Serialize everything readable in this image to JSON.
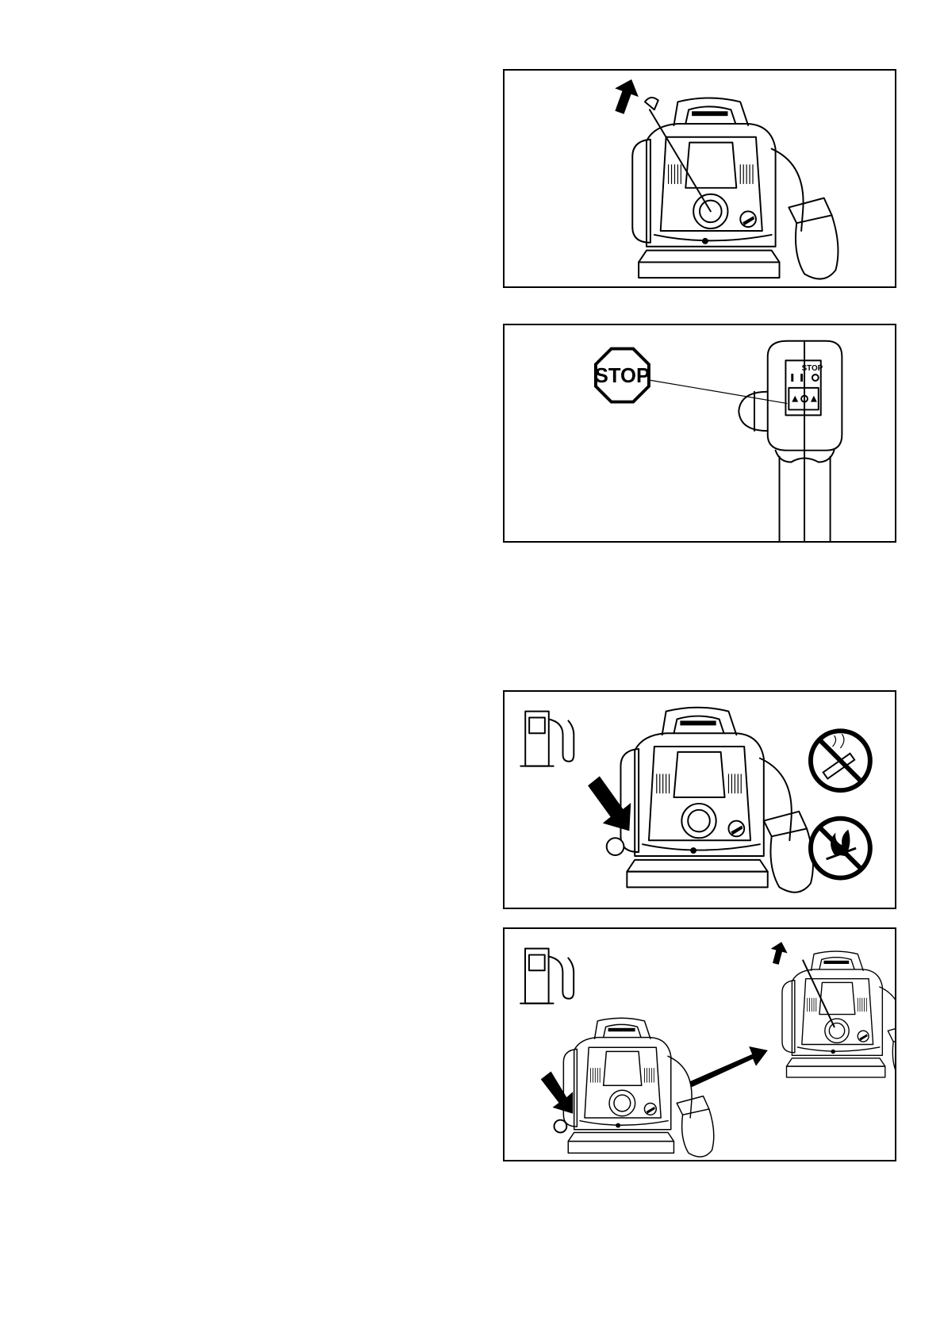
{
  "figures": [
    {
      "id": "fig1",
      "name": "start-pull-figure"
    },
    {
      "id": "fig2",
      "name": "stop-switch-figure",
      "stop_sign_label": "STOP",
      "switch_label": "STOP"
    },
    {
      "id": "fig3",
      "name": "refuel-figure"
    },
    {
      "id": "fig4",
      "name": "refuel-and-restart-figure"
    }
  ],
  "icons": {
    "fuel": "fuel-pump-icon",
    "no_smoking": "no-smoking-icon",
    "no_flame": "no-open-flame-icon",
    "arrow": "arrow-icon"
  },
  "colors": {
    "ink": "#000000",
    "paper": "#ffffff"
  }
}
